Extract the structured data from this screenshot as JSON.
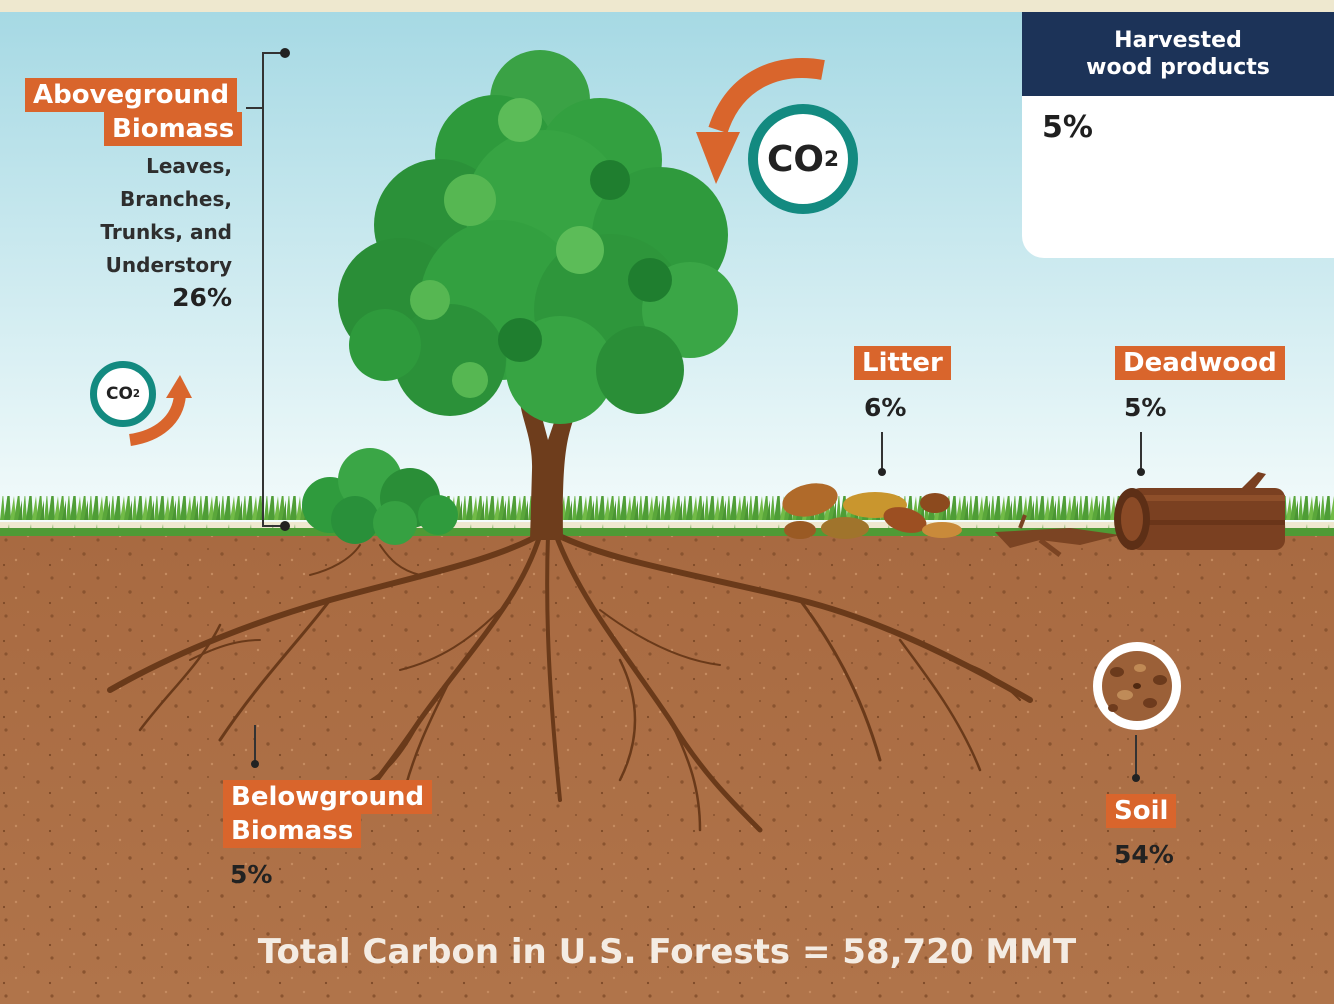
{
  "title": "Total Carbon in U.S. Forests = 58,720 MMT",
  "co2_label": "CO",
  "co2_subscript": "2",
  "aboveground": {
    "label_line1": "Aboveground",
    "label_line2": "Biomass",
    "detail": [
      "Leaves,",
      "Branches,",
      "Trunks, and",
      "Understory"
    ],
    "percent": "26%"
  },
  "harvested": {
    "label_line1": "Harvested",
    "label_line2": "wood products",
    "percent": "5%"
  },
  "litter": {
    "label": "Litter",
    "percent": "6%"
  },
  "deadwood": {
    "label": "Deadwood",
    "percent": "5%"
  },
  "belowground": {
    "label_line1": "Belowground",
    "label_line2": "Biomass",
    "percent": "5%"
  },
  "soil": {
    "label": "Soil",
    "percent": "54%"
  },
  "colors": {
    "sky_top": "#a9dbe6",
    "sky_bottom": "#f2fafa",
    "soil": "#ad6f45",
    "grass": "#5aaa3c",
    "tree_green": "#2e9a3c",
    "trunk": "#6e3d1c",
    "label_orange": "#d9652c",
    "co2_teal": "#138a80",
    "header_navy": "#1c3358"
  }
}
